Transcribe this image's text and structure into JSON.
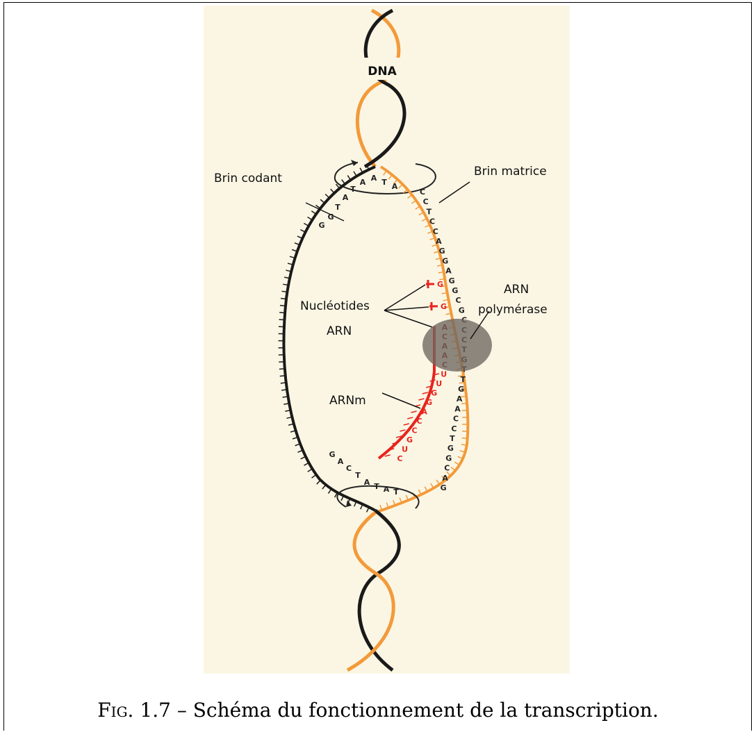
{
  "diagram": {
    "dna_label": "DNA",
    "coding_strand_label": "Brin codant",
    "template_strand_label": "Brin matrice",
    "nucleotides_label_line1": "Nucléotides",
    "nucleotides_label_line2": "ARN",
    "polymerase_label_line1": "ARN",
    "polymerase_label_line2": "polymérase",
    "mrna_label": "ARNm",
    "top_opening_bases": [
      "G",
      "G",
      "T",
      "A",
      "T",
      "A",
      "A",
      "T",
      "A"
    ],
    "template_bases": [
      "C",
      "C",
      "T",
      "C",
      "C",
      "A",
      "G",
      "G",
      "A",
      "G",
      "G",
      "C",
      "G",
      "C",
      "C",
      "C",
      "T",
      "G",
      "T",
      "T",
      "G",
      "A",
      "A",
      "C",
      "C",
      "T",
      "G",
      "G",
      "C",
      "A",
      "G"
    ],
    "incoming_nucleotides": [
      "G",
      "G"
    ],
    "mrna_bases": [
      "A",
      "C",
      "A",
      "A",
      "C",
      "U",
      "U",
      "G",
      "G",
      "A",
      "C",
      "C",
      "G",
      "U",
      "C"
    ],
    "bottom_closing_bases": [
      "G",
      "A",
      "C",
      "T",
      "A",
      "T",
      "A",
      "T"
    ],
    "colors": {
      "coding_strand": "#1a1a1a",
      "template_strand": "#f39a3a",
      "rna": "#e8231d",
      "polymerase": "#6e6660",
      "background": "#fbf6e4"
    }
  },
  "caption": {
    "fig_label": "Fig.",
    "number": "1.7",
    "text": "– Schéma du fonctionnement de la transcription."
  }
}
